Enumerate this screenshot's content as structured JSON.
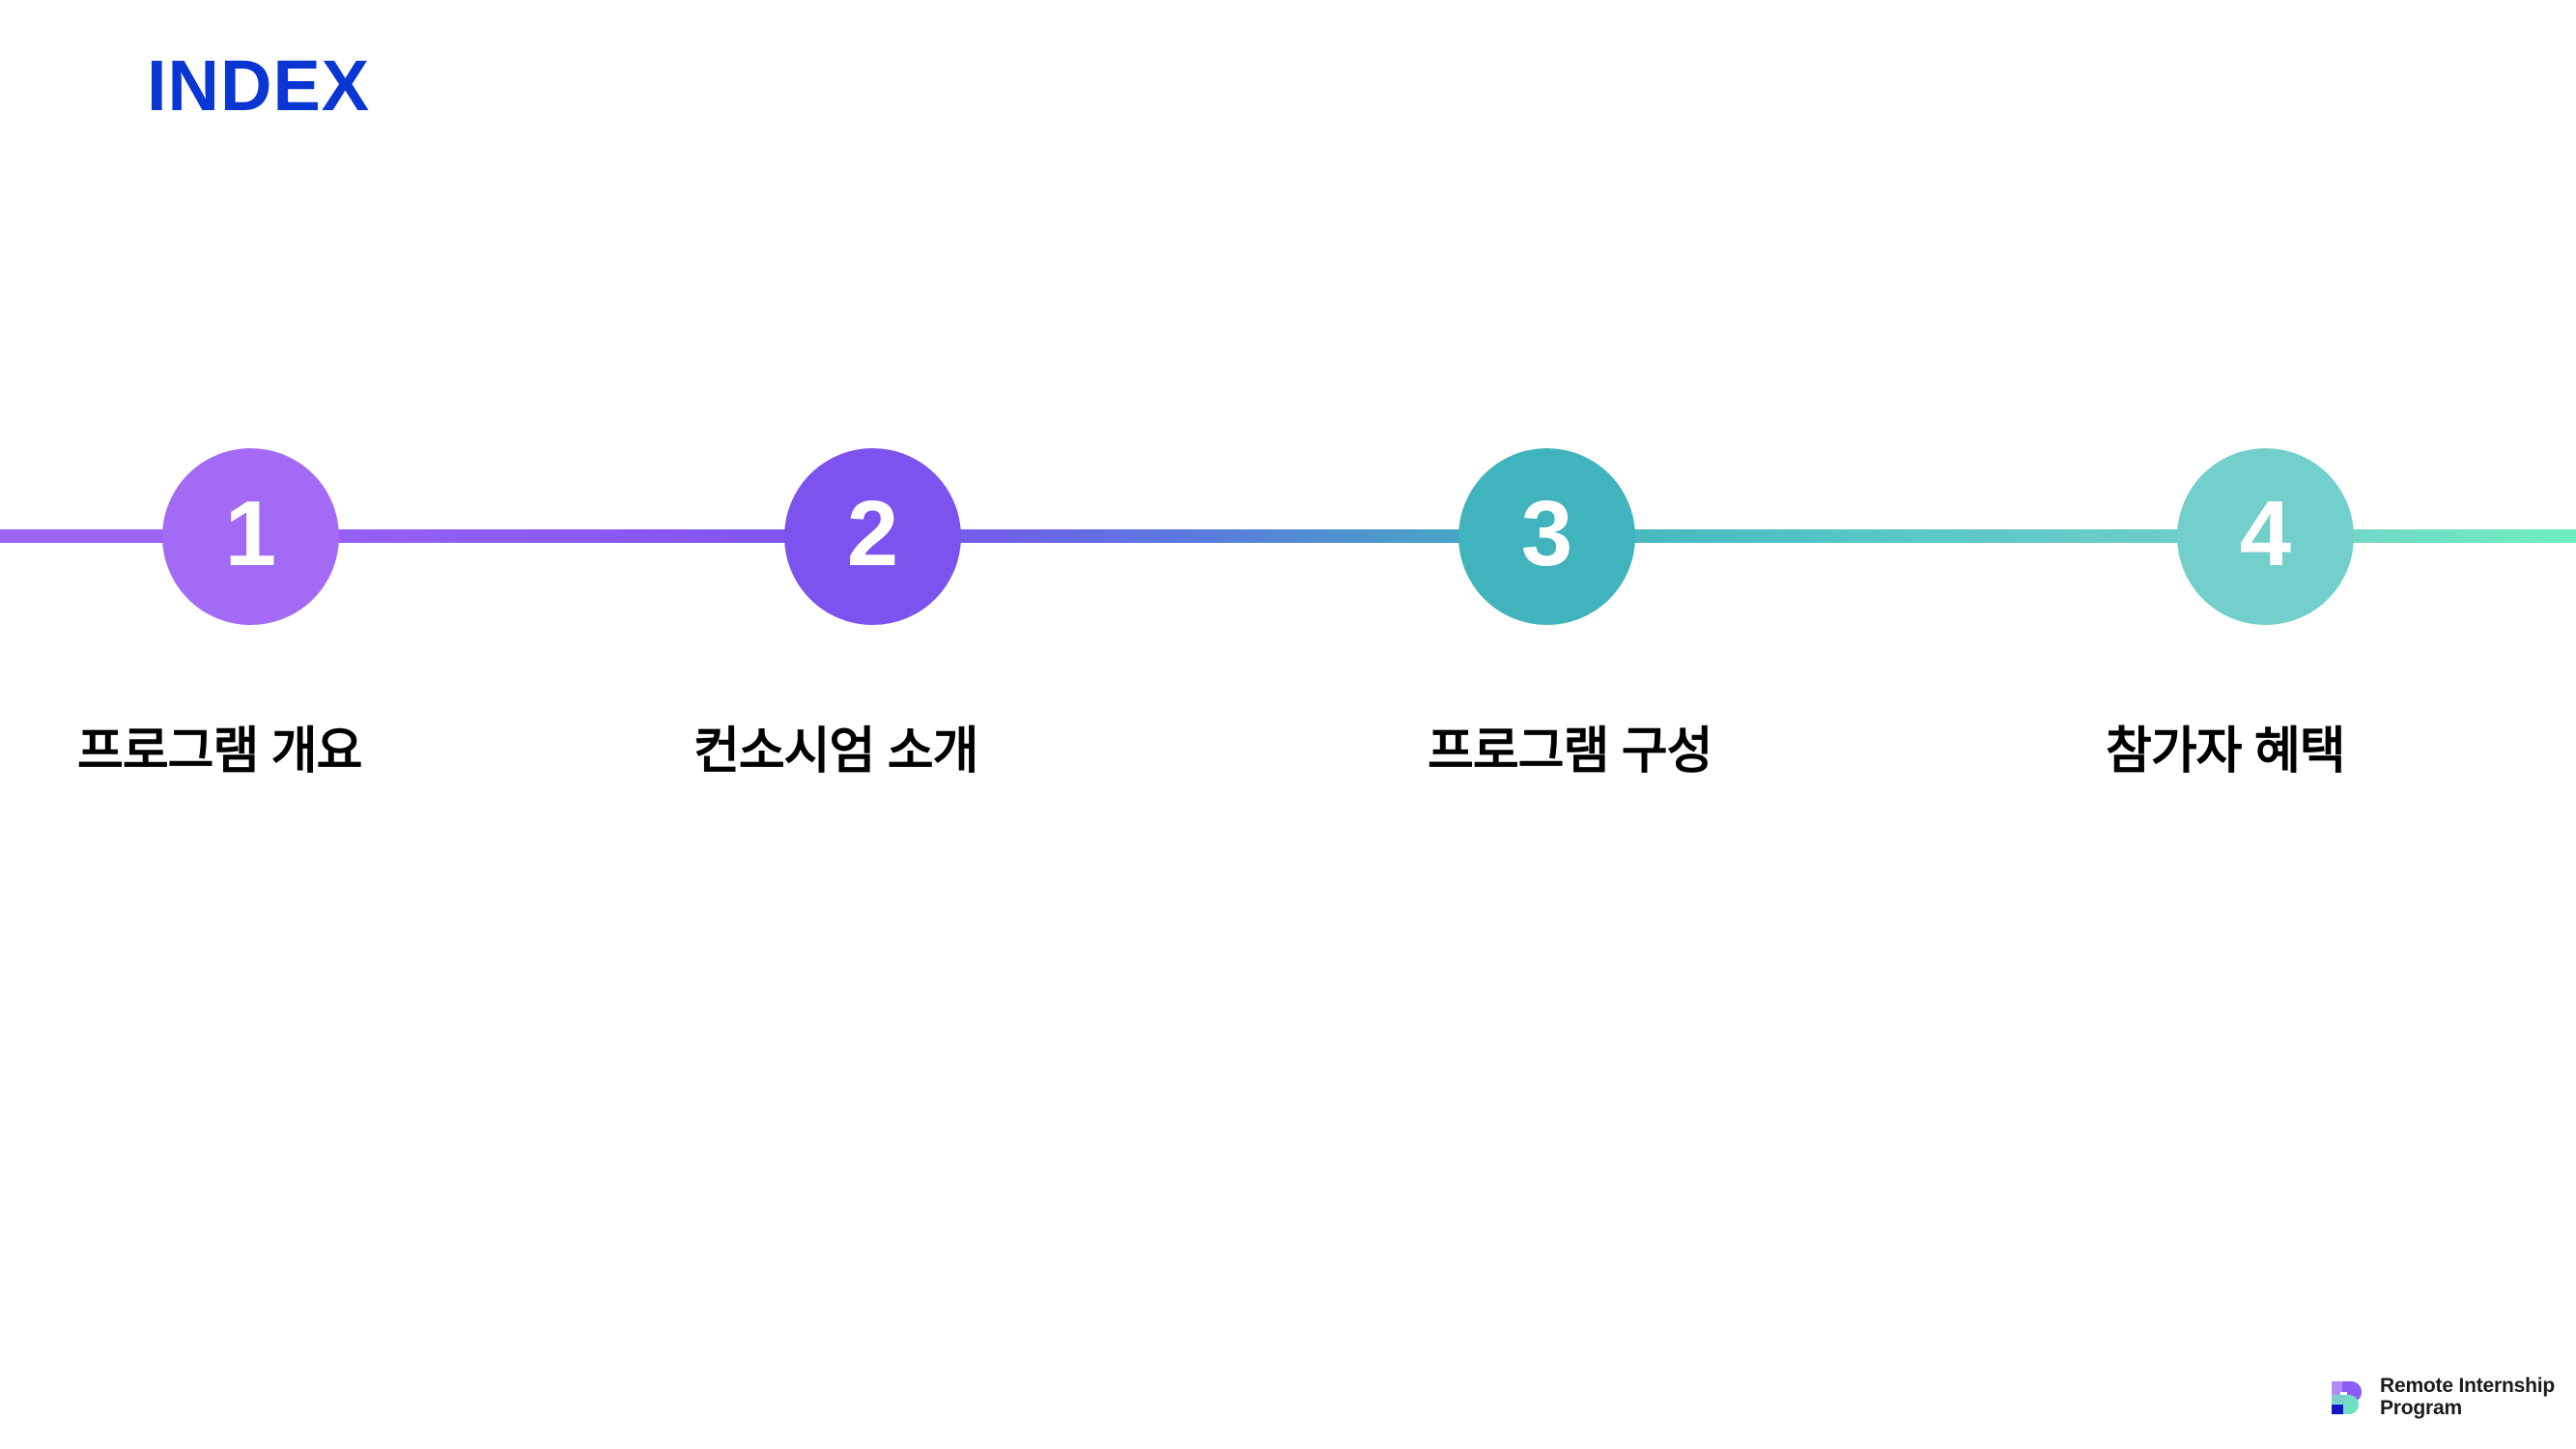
{
  "slide": {
    "title": "INDEX",
    "background_color": "#FFFFFF",
    "title_color": "#0A37D4"
  },
  "timeline": {
    "line_colors": {
      "start": "#9B63F6",
      "mid_purple": "#7C53EE",
      "mid_blue": "#5B78DF",
      "teal": "#41B3BD",
      "end_mint": "#6FEFC0"
    },
    "nodes": [
      {
        "number": "1",
        "label": "프로그램 개요",
        "color": "#A36BF5"
      },
      {
        "number": "2",
        "label": "컨소시엄 소개",
        "color": "#7C53EE"
      },
      {
        "number": "3",
        "label": "프로그램 구성",
        "color": "#41B3BD"
      },
      {
        "number": "4",
        "label": "참가자 혜택",
        "color": "#72CFCB"
      }
    ]
  },
  "footer": {
    "logo": {
      "icon": "rip-r-logo-icon",
      "line1": "Remote Internship",
      "line2": "Program",
      "colors": {
        "purple": "#8B5CF6",
        "light_purple": "#B28BF7",
        "mint": "#6FE0C4",
        "teal": "#7ACFC9",
        "navy": "#1414C8"
      }
    }
  }
}
